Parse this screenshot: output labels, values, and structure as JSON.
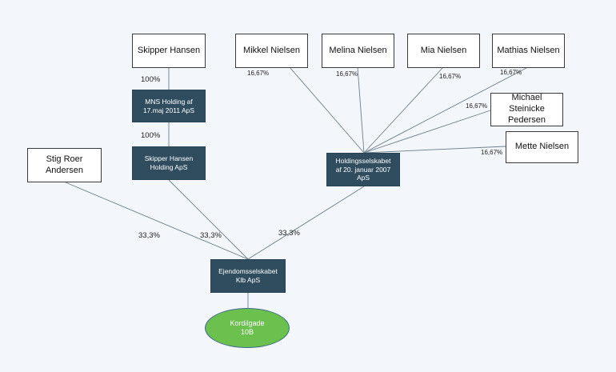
{
  "persons": {
    "skipper_hansen": "Skipper Hansen",
    "mikkel_nielsen": "Mikkel Nielsen",
    "melina_nielsen": "Melina Nielsen",
    "mia_nielsen": "Mia Nielsen",
    "mathias_nielsen": "Mathias Nielsen",
    "michael_steinicke_pedersen": "Michael\nSteinicke\nPedersen",
    "mette_nielsen": "Mette Nielsen",
    "stig_roer_andersen": "Stig Roer\nAndersen"
  },
  "companies": {
    "mns_holding": "MNS Holding af\n17.maj 2011 ApS",
    "skipper_hansen_holding": "Skipper Hansen\nHolding ApS",
    "holdingselskabet": "Holdingsselskabet\naf 20. januar 2007\nApS",
    "ejendomsselskabet": "Ejendomsselskabet\nKlb ApS"
  },
  "property": {
    "label": "Kordilgade\n10B",
    "color": "#6cc04e"
  },
  "ownership": {
    "skipper_to_mns": "100%",
    "mns_to_skipper_holding": "100%",
    "mikkel": "16,67%",
    "melina": "16,67%",
    "mia": "16,67%",
    "mathias": "16,67%",
    "michael": "16,67%",
    "mette": "16,67%",
    "stig_to_ejendom": "33,3%",
    "skipper_holding_to_ejendom": "33,3%",
    "holdingselskabet_to_ejendom": "33,3%"
  },
  "colors": {
    "company_fill": "#2f4d5e",
    "background": "#f3f6fa"
  }
}
